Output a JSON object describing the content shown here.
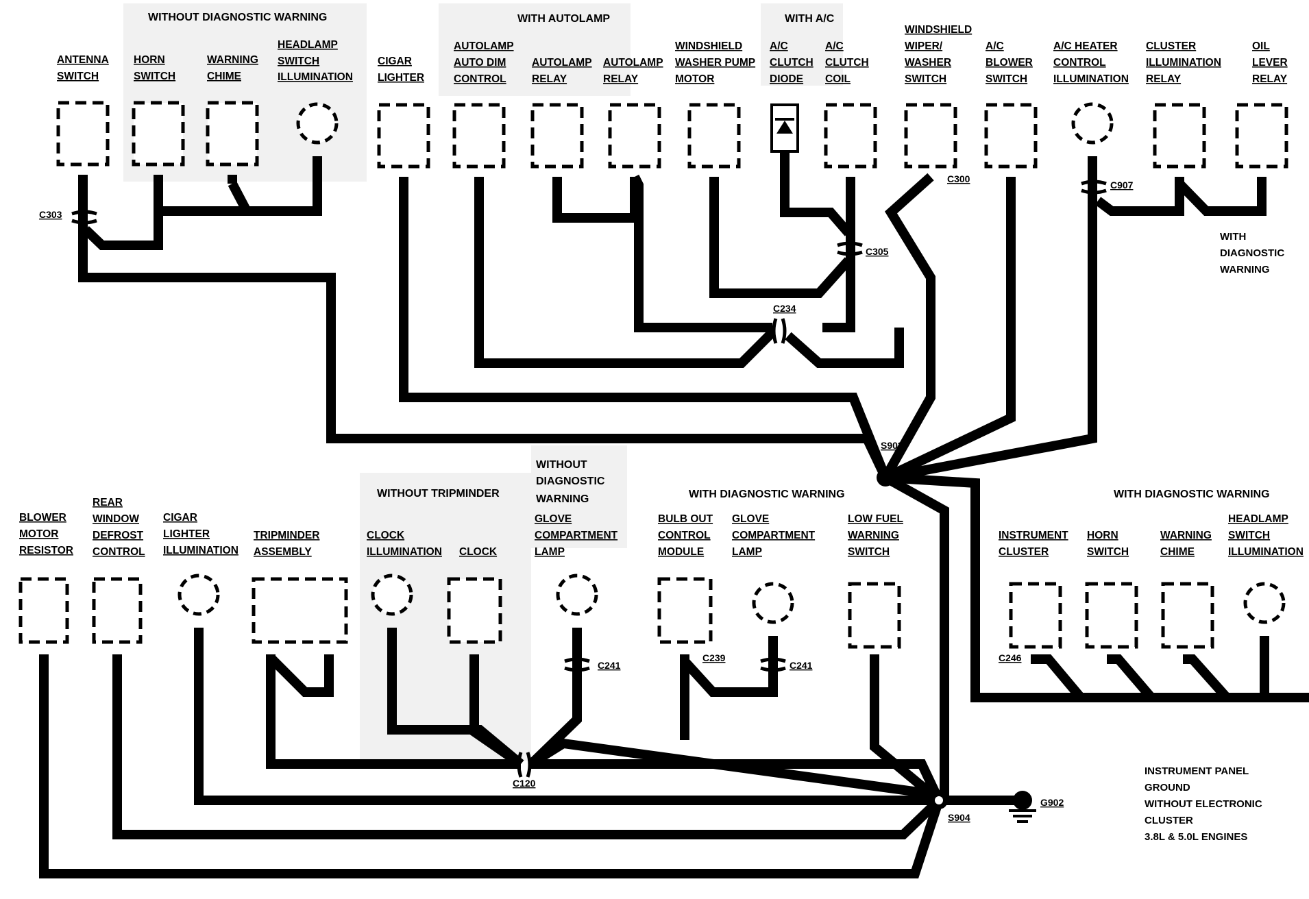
{
  "title_note": [
    "INSTRUMENT PANEL",
    "GROUND",
    "WITHOUT ELECTRONIC",
    "CLUSTER",
    "3.8L & 5.0L ENGINES"
  ],
  "group_headers": {
    "top_without_diag": "WITHOUT DIAGNOSTIC WARNING",
    "top_with_autolamp": "WITH AUTOLAMP",
    "top_with_ac": "WITH A/C",
    "top_with_diag_note": [
      "WITH",
      "DIAGNOSTIC",
      "WARNING"
    ],
    "bottom_without_tripminder": "WITHOUT TRIPMINDER",
    "bottom_without_diag": [
      "WITHOUT",
      "DIAGNOSTIC",
      "WARNING"
    ],
    "bottom_with_diag": "WITH DIAGNOSTIC WARNING",
    "right_with_diag": "WITH DIAGNOSTIC WARNING"
  },
  "components_top": [
    [
      "ANTENNA",
      "SWITCH"
    ],
    [
      "HORN",
      "SWITCH"
    ],
    [
      "WARNING",
      "CHIME"
    ],
    [
      "HEADLAMP",
      "SWITCH",
      "ILLUMINATION"
    ],
    [
      "CIGAR",
      "LIGHTER"
    ],
    [
      "AUTOLAMP",
      "AUTO DIM",
      "CONTROL"
    ],
    [
      "AUTOLAMP",
      "RELAY"
    ],
    [
      "AUTOLAMP",
      "RELAY"
    ],
    [
      "WINDSHIELD",
      "WASHER PUMP",
      "MOTOR"
    ],
    [
      "A/C",
      "CLUTCH",
      "DIODE"
    ],
    [
      "A/C",
      "CLUTCH",
      "COIL"
    ],
    [
      "WINDSHIELD",
      "WIPER/",
      "WASHER",
      "SWITCH"
    ],
    [
      "A/C",
      "BLOWER",
      "SWITCH"
    ],
    [
      "A/C HEATER",
      "CONTROL",
      "ILLUMINATION"
    ],
    [
      "CLUSTER",
      "ILLUMINATION",
      "RELAY"
    ],
    [
      "OIL",
      "LEVER",
      "RELAY"
    ]
  ],
  "components_bottom": [
    [
      "BLOWER",
      "MOTOR",
      "RESISTOR"
    ],
    [
      "REAR",
      "WINDOW",
      "DEFROST",
      "CONTROL"
    ],
    [
      "CIGAR",
      "LIGHTER",
      "ILLUMINATION"
    ],
    [
      "TRIPMINDER",
      "ASSEMBLY"
    ],
    [
      "CLOCK",
      "ILLUMINATION"
    ],
    [
      "CLOCK"
    ],
    [
      "GLOVE",
      "COMPARTMENT",
      "LAMP"
    ],
    [
      "BULB OUT",
      "CONTROL",
      "MODULE"
    ],
    [
      "GLOVE",
      "COMPARTMENT",
      "LAMP"
    ],
    [
      "LOW FUEL",
      "WARNING",
      "SWITCH"
    ],
    [
      "INSTRUMENT",
      "CLUSTER"
    ],
    [
      "HORN",
      "SWITCH"
    ],
    [
      "WARNING",
      "CHIME"
    ],
    [
      "HEADLAMP",
      "SWITCH",
      "ILLUMINATION"
    ]
  ],
  "connectors": {
    "c303": "C303",
    "c300": "C300",
    "c907": "C907",
    "c305": "C305",
    "c234": "C234",
    "c241a": "C241",
    "c239": "C239",
    "c241b": "C241",
    "c246": "C246",
    "c120": "C120"
  },
  "splices": {
    "s903": "S903",
    "s904": "S904"
  },
  "ground": "G902"
}
